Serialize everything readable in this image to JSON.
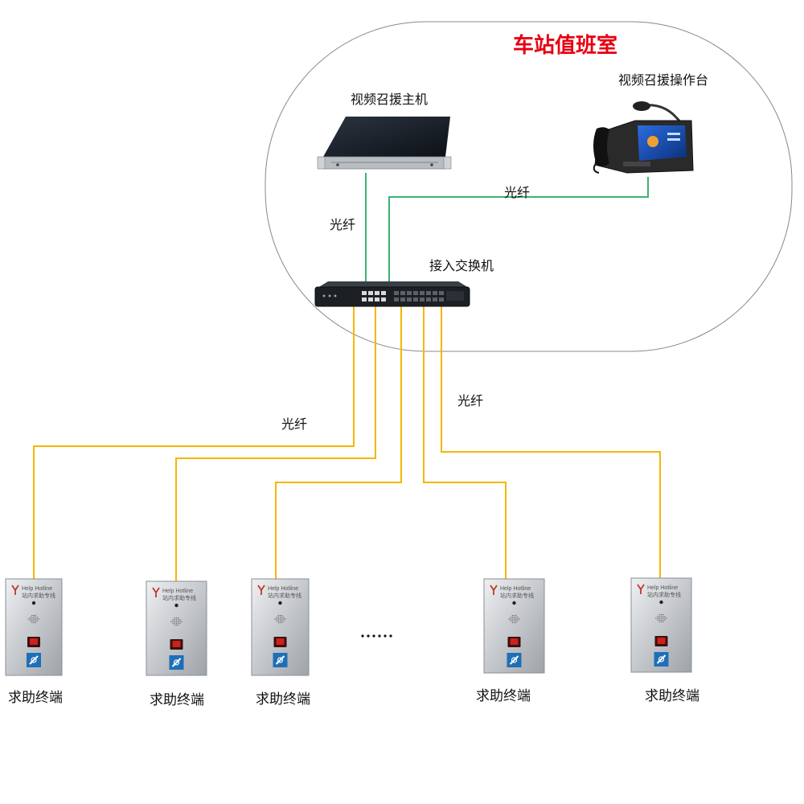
{
  "room": {
    "title": "车站值班室",
    "title_color": "#e60012"
  },
  "devices": {
    "host_label": "视频召援主机",
    "console_label": "视频召援操作台",
    "switch_label": "接入交换机"
  },
  "links": {
    "fiber_label_host": "光纤",
    "fiber_label_console": "光纤",
    "fiber_label_left": "光纤",
    "fiber_label_right": "光纤",
    "internal_color": "#3cb371",
    "external_color": "#f2b705"
  },
  "terminal_panel": {
    "brand_en": "Help  Hotline",
    "brand_cn": "站内求助专线",
    "logo_color": "#c0392b"
  },
  "terminals": [
    {
      "label": "求助终端"
    },
    {
      "label": "求助终端"
    },
    {
      "label": "求助终端"
    },
    {
      "label": "求助终端"
    },
    {
      "label": "求助终端"
    }
  ],
  "ellipsis": "......",
  "icons": [
    "rack-server-icon",
    "video-phone-console-icon",
    "network-switch-icon",
    "help-terminal-icon",
    "accessibility-icon"
  ]
}
